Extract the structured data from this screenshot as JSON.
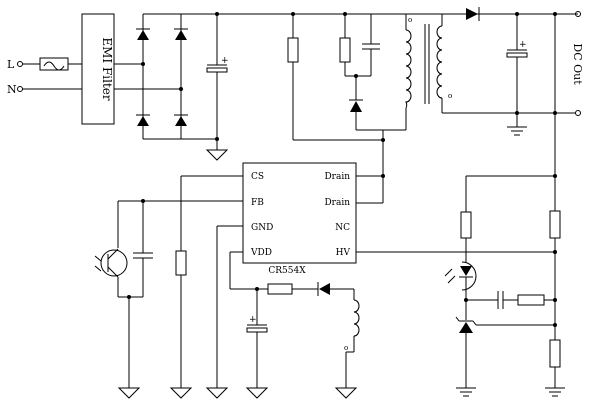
{
  "input": {
    "line_label": "L",
    "neutral_label": "N",
    "emi_filter_label": "EMI Filter"
  },
  "ic": {
    "part_number": "CR554X",
    "pins_left": [
      "CS",
      "FB",
      "GND",
      "VDD"
    ],
    "pins_right": [
      "Drain",
      "Drain",
      "NC",
      "HV"
    ]
  },
  "output": {
    "label": "DC Out"
  },
  "markers": {
    "cap_polarity": "+",
    "winding_dot": "o"
  },
  "colors": {
    "wire": "#000000",
    "background": "#ffffff"
  }
}
